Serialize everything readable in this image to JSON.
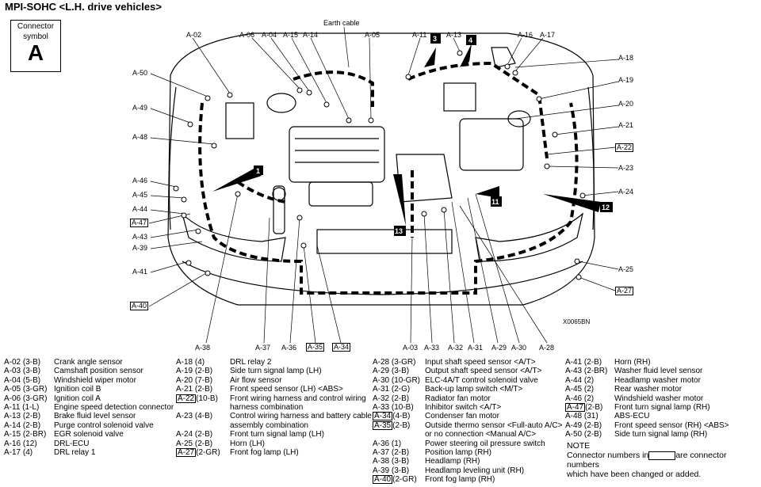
{
  "title": "MPI-SOHC <L.H. drive vehicles>",
  "connector_symbol": {
    "label_line1": "Connector",
    "label_line2": "symbol",
    "letter": "A"
  },
  "image_ref": "X0065BN",
  "diagram_labels": {
    "earth": "Earth cable",
    "A-02": "A-02",
    "A-06": "A-06",
    "A-04": "A-04",
    "A-15": "A-15",
    "A-14": "A-14",
    "A-05": "A-05",
    "A-11": "A-11",
    "A-13": "A-13",
    "A-16": "A-16",
    "A-17": "A-17",
    "A-18": "A-18",
    "A-19": "A-19",
    "A-20": "A-20",
    "A-21": "A-21",
    "A-22": "A-22",
    "A-23": "A-23",
    "A-24": "A-24",
    "A-25": "A-25",
    "A-27": "A-27",
    "A-50": "A-50",
    "A-49": "A-49",
    "A-48": "A-48",
    "A-46": "A-46",
    "A-45": "A-45",
    "A-44": "A-44",
    "A-47": "A-47",
    "A-43": "A-43",
    "A-39": "A-39",
    "A-41": "A-41",
    "A-40": "A-40",
    "A-38": "A-38",
    "A-37": "A-37",
    "A-36": "A-36",
    "A-35": "A-35",
    "A-34": "A-34",
    "A-03": "A-03",
    "A-33": "A-33",
    "A-32": "A-32",
    "A-31": "A-31",
    "A-29": "A-29",
    "A-30": "A-30",
    "A-28": "A-28",
    "n1": "1",
    "n3": "3",
    "n4": "4",
    "n11": "11",
    "n12": "12",
    "n13": "13"
  },
  "legend": {
    "col1": [
      {
        "code": "A-02 (3-B)",
        "desc": "Crank angle sensor"
      },
      {
        "code": "A-03 (3-B)",
        "desc": "Camshaft position sensor"
      },
      {
        "code": "A-04 (5-B)",
        "desc": "Windshield wiper motor"
      },
      {
        "code": "A-05 (3-GR)",
        "desc": "Ignition coil B"
      },
      {
        "code": "A-06 (3-GR)",
        "desc": "Ignition coil A"
      },
      {
        "code": "A-11 (1-L)",
        "desc": "Engine speed detection connector"
      },
      {
        "code": "A-13 (2-B)",
        "desc": "Brake fluid level sensor"
      },
      {
        "code": "A-14 (2-B)",
        "desc": "Purge control solenoid valve"
      },
      {
        "code": "A-15 (2-BR)",
        "desc": "EGR solenoid valve"
      },
      {
        "code": "A-16 (12)",
        "desc": "DRL-ECU"
      },
      {
        "code": "A-17 (4)",
        "desc": "DRL relay 1"
      }
    ],
    "col2": [
      {
        "code": "A-18 (4)",
        "desc": "DRL relay 2"
      },
      {
        "code": "A-19 (2-B)",
        "desc": "Side turn signal lamp (LH)"
      },
      {
        "code": "A-20 (7-B)",
        "desc": "Air flow sensor"
      },
      {
        "code": "A-21 (2-B)",
        "desc": "Front speed sensor (LH) <ABS>"
      },
      {
        "code": "A-22",
        "suffix": "(10-B)",
        "boxed": true,
        "desc": "Front wiring harness and control wiring"
      },
      {
        "code": "",
        "desc": "harness combination"
      },
      {
        "code": "A-23 (4-B)",
        "desc": "Control wiring harness and battery cable"
      },
      {
        "code": "",
        "desc": "assembly combination"
      },
      {
        "code": "A-24 (2-B)",
        "desc": "Front turn signal lamp (LH)"
      },
      {
        "code": "A-25 (2-B)",
        "desc": "Horn (LH)"
      },
      {
        "code": "A-27",
        "suffix": "(2-GR)",
        "boxed": true,
        "desc": "Front fog lamp (LH)"
      }
    ],
    "col3": [
      {
        "code": "A-28 (3-GR)",
        "desc": "Input shaft speed sensor <A/T>"
      },
      {
        "code": "A-29 (3-B)",
        "desc": "Output shaft speed sensor <A/T>"
      },
      {
        "code": "A-30 (10-GR)",
        "desc": "ELC-4A/T control solenoid valve"
      },
      {
        "code": "A-31 (2-G)",
        "desc": "Back-up lamp switch <M/T>"
      },
      {
        "code": "A-32 (2-B)",
        "desc": "Radiator fan motor"
      },
      {
        "code": "A-33 (10-B)",
        "desc": "Inhibitor switch <A/T>"
      },
      {
        "code": "A-34",
        "suffix": "(4-B)",
        "boxed": true,
        "desc": "Condenser fan motor"
      },
      {
        "code": "A-35",
        "suffix": "(2-B)",
        "boxed": true,
        "desc": "Outside thermo sensor <Full-auto A/C>"
      },
      {
        "code": "",
        "desc": "or no connection <Manual A/C>"
      },
      {
        "code": "A-36 (1)",
        "desc": "Power steering oil pressure switch"
      },
      {
        "code": "A-37 (2-B)",
        "desc": "Position lamp (RH)"
      },
      {
        "code": "A-38 (3-B)",
        "desc": "Headlamp (RH)"
      },
      {
        "code": "A-39 (3-B)",
        "desc": "Headlamp leveling unit (RH)"
      },
      {
        "code": "A-40",
        "suffix": "(2-GR)",
        "boxed": true,
        "desc": "Front fog lamp (RH)"
      }
    ],
    "col4": [
      {
        "code": "A-41 (2-B)",
        "desc": "Horn (RH)"
      },
      {
        "code": "A-43 (2-BR)",
        "desc": "Washer fluid level sensor"
      },
      {
        "code": "A-44 (2)",
        "desc": "Headlamp washer motor"
      },
      {
        "code": "A-45 (2)",
        "desc": "Rear washer motor"
      },
      {
        "code": "A-46 (2)",
        "desc": "Windshield washer motor"
      },
      {
        "code": "A-47",
        "suffix": "(2-B)",
        "boxed": true,
        "desc": "Front turn signal lamp (RH)"
      },
      {
        "code": "A-48 (31)",
        "desc": "ABS-ECU"
      },
      {
        "code": "A-49 (2-B)",
        "desc": "Front speed sensor (RH) <ABS>"
      },
      {
        "code": "A-50 (2-B)",
        "desc": "Side turn signal lamp (RH)"
      }
    ]
  },
  "note": {
    "title": "NOTE",
    "line1a": "Connector numbers in",
    "line1b": "are connector numbers",
    "line2": "which have been changed or added."
  }
}
